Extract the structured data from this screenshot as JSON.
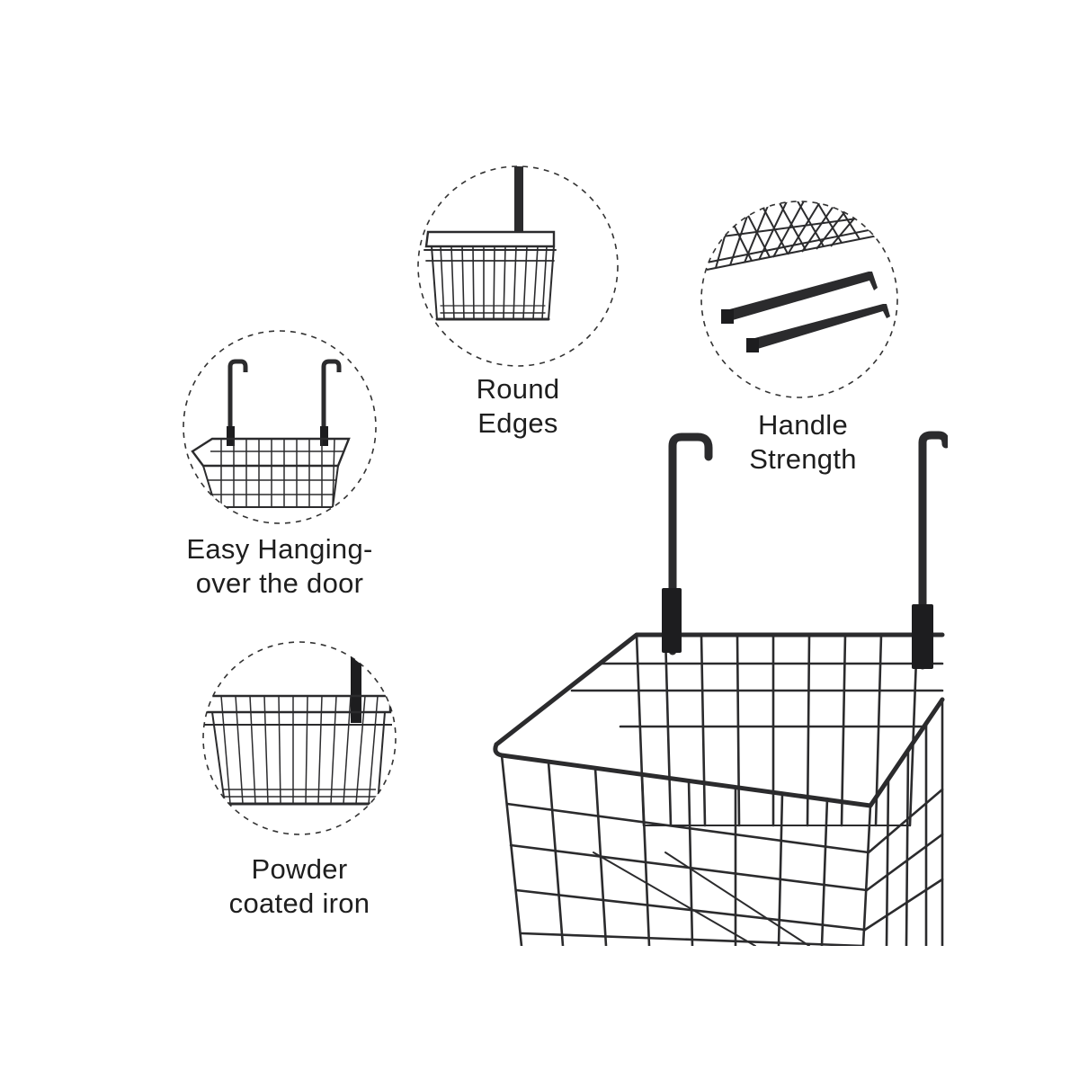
{
  "features": [
    {
      "id": "round-edges",
      "line1": "Round",
      "line2": "Edges"
    },
    {
      "id": "handle-strength",
      "line1": "Handle",
      "line2": "Strength"
    },
    {
      "id": "easy-hanging",
      "line1": "Easy Hanging-",
      "line2": "over the door"
    },
    {
      "id": "powder-coated",
      "line1": "Powder",
      "line2": "coated iron"
    }
  ],
  "colors": {
    "background": "#ffffff",
    "wire": "#2b2b2d",
    "dash_circle": "#333333",
    "text": "#1e1e1e"
  },
  "icons": {
    "round_edges": "basket-with-hook-closeup-icon",
    "handle_strength": "hooks-and-grid-closeup-icon",
    "easy_hanging": "over-door-basket-icon",
    "powder_coated": "basket-side-closeup-icon",
    "main": "over-door-wire-basket-image"
  }
}
